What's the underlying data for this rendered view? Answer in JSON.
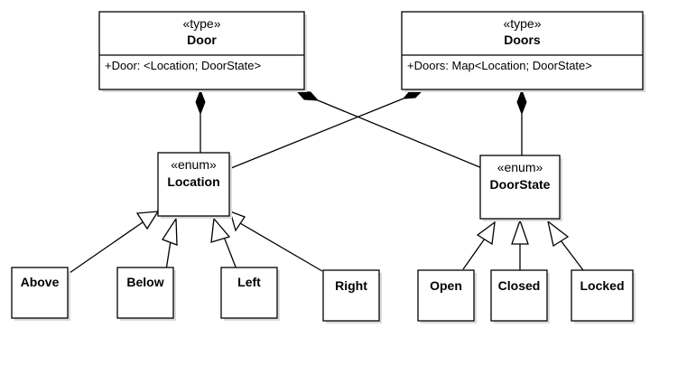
{
  "door_type": {
    "stereotype": "«type»",
    "name": "Door",
    "attribute": "+Door: <Location; DoorState>"
  },
  "doors_type": {
    "stereotype": "«type»",
    "name": "Doors",
    "attribute": "+Doors: Map<Location; DoorState>"
  },
  "location_enum": {
    "stereotype": "«enum»",
    "name": "Location",
    "values": [
      "Above",
      "Below",
      "Left",
      "Right"
    ]
  },
  "doorstate_enum": {
    "stereotype": "«enum»",
    "name": "DoorState",
    "values": [
      "Open",
      "Closed",
      "Locked"
    ]
  }
}
